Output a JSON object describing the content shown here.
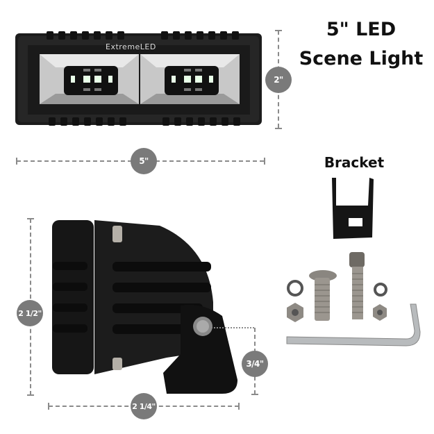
{
  "title": {
    "line1": "5\" LED",
    "line2": "Scene Light"
  },
  "front_view": {
    "brand": "ExtremeLED",
    "width_label": "5\"",
    "height_label": "2\""
  },
  "side_view": {
    "height_label": "2 1/2\"",
    "depth_label": "2 1/4\"",
    "mount_height_label": "3/4\""
  },
  "bracket": {
    "label": "Bracket"
  },
  "hardware": {
    "items": [
      "carriage-bolt",
      "socket-cap-screw",
      "lock-washer",
      "lock-washer",
      "hex-nut",
      "hex-nut",
      "allen-key"
    ]
  },
  "colors": {
    "badge": "#7a7a7a",
    "dash": "#8a8a8a",
    "body": "#1a1a1a"
  }
}
